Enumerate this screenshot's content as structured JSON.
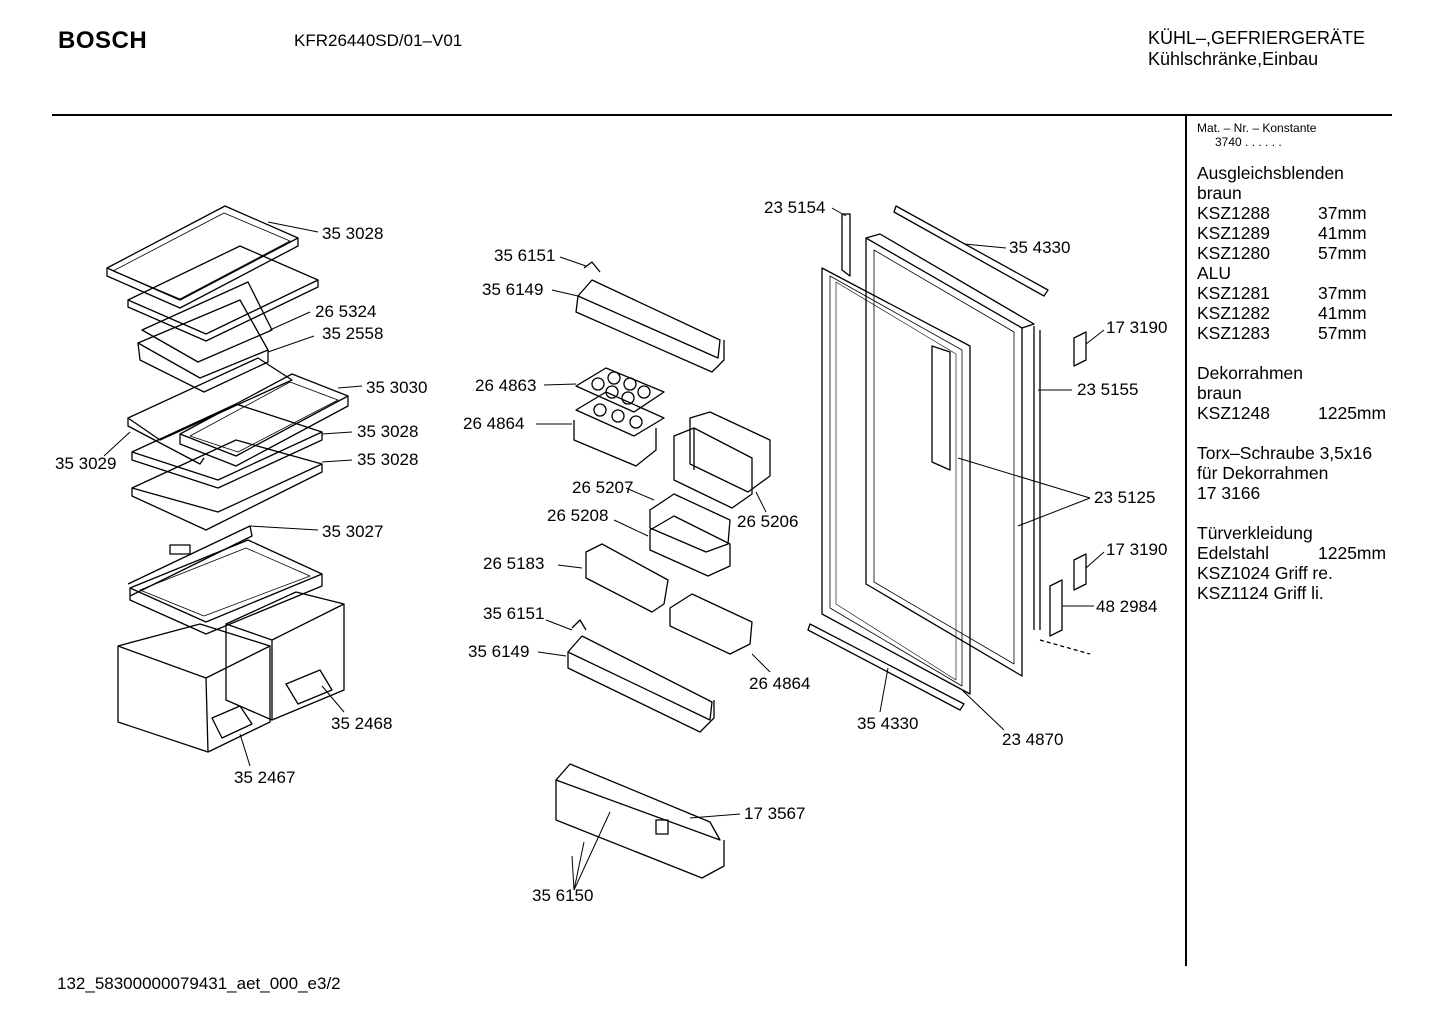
{
  "header": {
    "brand": "BOSCH",
    "model": "KFR26440SD/01–V01",
    "category_line1": "KÜHL–,GEFRIERGERÄTE",
    "category_line2": "Kühlschränke,Einbau"
  },
  "side_panel": {
    "mat_header": "Mat. – Nr. – Konstante",
    "mat_value": "3740  .  .   .  .  .  .",
    "blocks": [
      [
        {
          "c1": "Ausgleichsblenden",
          "c2": ""
        },
        {
          "c1": "braun",
          "c2": ""
        },
        {
          "c1": "KSZ1288",
          "c2": "37mm"
        },
        {
          "c1": "KSZ1289",
          "c2": "41mm"
        },
        {
          "c1": "KSZ1280",
          "c2": "57mm"
        },
        {
          "c1": "ALU",
          "c2": ""
        },
        {
          "c1": "KSZ1281",
          "c2": "37mm"
        },
        {
          "c1": "KSZ1282",
          "c2": "41mm"
        },
        {
          "c1": "KSZ1283",
          "c2": "57mm"
        }
      ],
      [
        {
          "c1": "Dekorrahmen",
          "c2": ""
        },
        {
          "c1": "braun",
          "c2": ""
        },
        {
          "c1": "KSZ1248",
          "c2": "1225mm"
        }
      ],
      [
        {
          "c1": "Torx–Schraube 3,5x16",
          "c2": ""
        },
        {
          "c1": "für Dekorrahmen",
          "c2": ""
        },
        {
          "c1": "17 3166",
          "c2": ""
        }
      ],
      [
        {
          "c1": "Türverkleidung",
          "c2": ""
        },
        {
          "c1": "Edelstahl",
          "c2": "1225mm"
        },
        {
          "c1": "KSZ1024 Griff re.",
          "c2": ""
        },
        {
          "c1": "KSZ1124 Griff li.",
          "c2": ""
        }
      ]
    ]
  },
  "part_labels": {
    "p353028_a": "35 3028",
    "p265324": "26 5324",
    "p352558": "35 2558",
    "p353030": "35 3030",
    "p353028_b": "35 3028",
    "p353029": "35 3029",
    "p353028_c": "35 3028",
    "p353027": "35 3027",
    "p352468": "35 2468",
    "p352467": "35 2467",
    "p356151_a": "35 6151",
    "p356149_a": "35 6149",
    "p264863": "26 4863",
    "p264864_a": "26 4864",
    "p265207": "26 5207",
    "p265208": "26 5208",
    "p265206": "26 5206",
    "p265183": "26 5183",
    "p356151_b": "35 6151",
    "p356149_b": "35 6149",
    "p264864_b": "26 4864",
    "p173567": "17 3567",
    "p356150": "35 6150",
    "p235154": "23 5154",
    "p354330_a": "35 4330",
    "p173190_a": "17 3190",
    "p235155": "23 5155",
    "p235125": "23 5125",
    "p173190_b": "17 3190",
    "p482984": "48 2984",
    "p354330_b": "35 4330",
    "p234870": "23 4870"
  },
  "footer": {
    "code": "132_58300000079431_aet_000_е3/2"
  }
}
